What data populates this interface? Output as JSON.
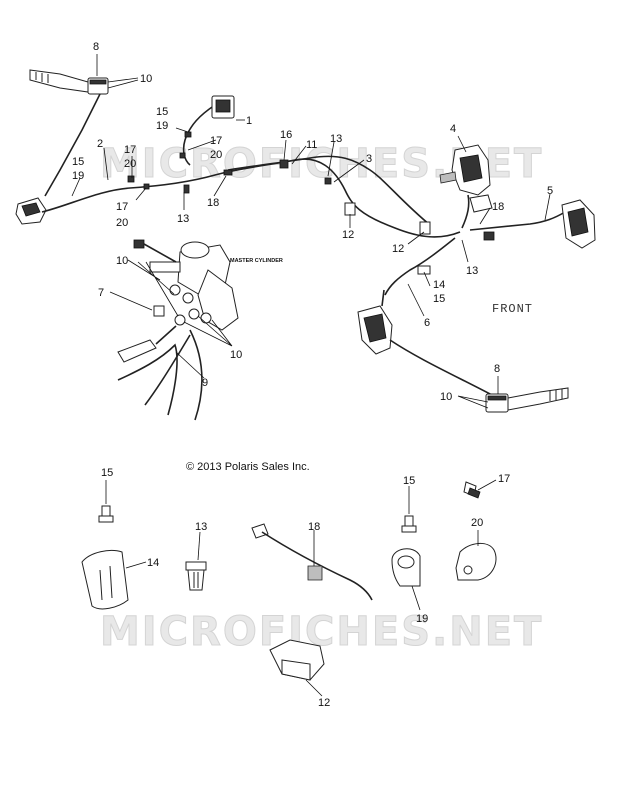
{
  "watermarks": [
    "MICROFICHES.NET",
    "MICROFICHES.NET"
  ],
  "copyright": "© 2013 Polaris Sales Inc.",
  "master_cylinder_label": "MASTER CYLINDER",
  "front_label": "FRONT",
  "callouts": [
    {
      "id": "c8a",
      "text": "8"
    },
    {
      "id": "c10a",
      "text": "10"
    },
    {
      "id": "c15a",
      "text": "15"
    },
    {
      "id": "c19a",
      "text": "19"
    },
    {
      "id": "c1",
      "text": "1"
    },
    {
      "id": "c17a",
      "text": "17"
    },
    {
      "id": "c20a",
      "text": "20"
    },
    {
      "id": "c2",
      "text": "2"
    },
    {
      "id": "c17b",
      "text": "17"
    },
    {
      "id": "c20b",
      "text": "20"
    },
    {
      "id": "c15b",
      "text": "15"
    },
    {
      "id": "c19b",
      "text": "19"
    },
    {
      "id": "c17c",
      "text": "17"
    },
    {
      "id": "c20c",
      "text": "20"
    },
    {
      "id": "c13a",
      "text": "13"
    },
    {
      "id": "c18a",
      "text": "18"
    },
    {
      "id": "c16",
      "text": "16"
    },
    {
      "id": "c11",
      "text": "11"
    },
    {
      "id": "c13b",
      "text": "13"
    },
    {
      "id": "c3",
      "text": "3"
    },
    {
      "id": "c12a",
      "text": "12"
    },
    {
      "id": "c4",
      "text": "4"
    },
    {
      "id": "c5",
      "text": "5"
    },
    {
      "id": "c18b",
      "text": "18"
    },
    {
      "id": "c12b",
      "text": "12"
    },
    {
      "id": "c13c",
      "text": "13"
    },
    {
      "id": "c14a",
      "text": "14"
    },
    {
      "id": "c15c",
      "text": "15"
    },
    {
      "id": "c6",
      "text": "6"
    },
    {
      "id": "c10b",
      "text": "10"
    },
    {
      "id": "c7",
      "text": "7"
    },
    {
      "id": "c10c",
      "text": "10"
    },
    {
      "id": "c9",
      "text": "9"
    },
    {
      "id": "c8b",
      "text": "8"
    },
    {
      "id": "c10d",
      "text": "10"
    },
    {
      "id": "c15d",
      "text": "15"
    },
    {
      "id": "c13d",
      "text": "13"
    },
    {
      "id": "c18c",
      "text": "18"
    },
    {
      "id": "c15e",
      "text": "15"
    },
    {
      "id": "c17d",
      "text": "17"
    },
    {
      "id": "c20d",
      "text": "20"
    },
    {
      "id": "c14b",
      "text": "14"
    },
    {
      "id": "c19c",
      "text": "19"
    },
    {
      "id": "c12c",
      "text": "12"
    }
  ]
}
